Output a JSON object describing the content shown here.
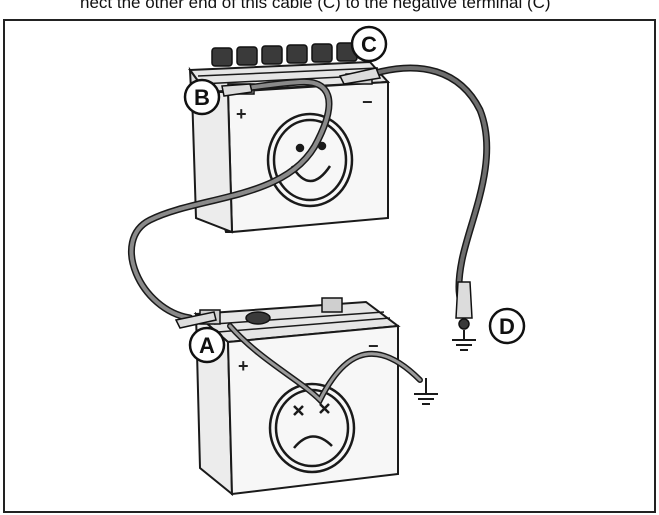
{
  "header_text": "nect the other end of this cable (C) to the negative terminal (C)",
  "callouts": {
    "a": "A",
    "b": "B",
    "c": "C",
    "d": "D"
  },
  "terminal_signs": {
    "booster_positive": "+",
    "booster_negative": "−",
    "dead_positive": "+",
    "dead_negative": "−"
  },
  "icons": {
    "booster_face": "smiley-face-icon",
    "dead_face": "sad-face-icon",
    "ground": "ground-symbol-icon"
  },
  "colors": {
    "line": "#1a1a1a",
    "cable": "#6e6e6e",
    "battery_fill": "#f7f7f7",
    "battery_top": "#e6e6e6"
  }
}
